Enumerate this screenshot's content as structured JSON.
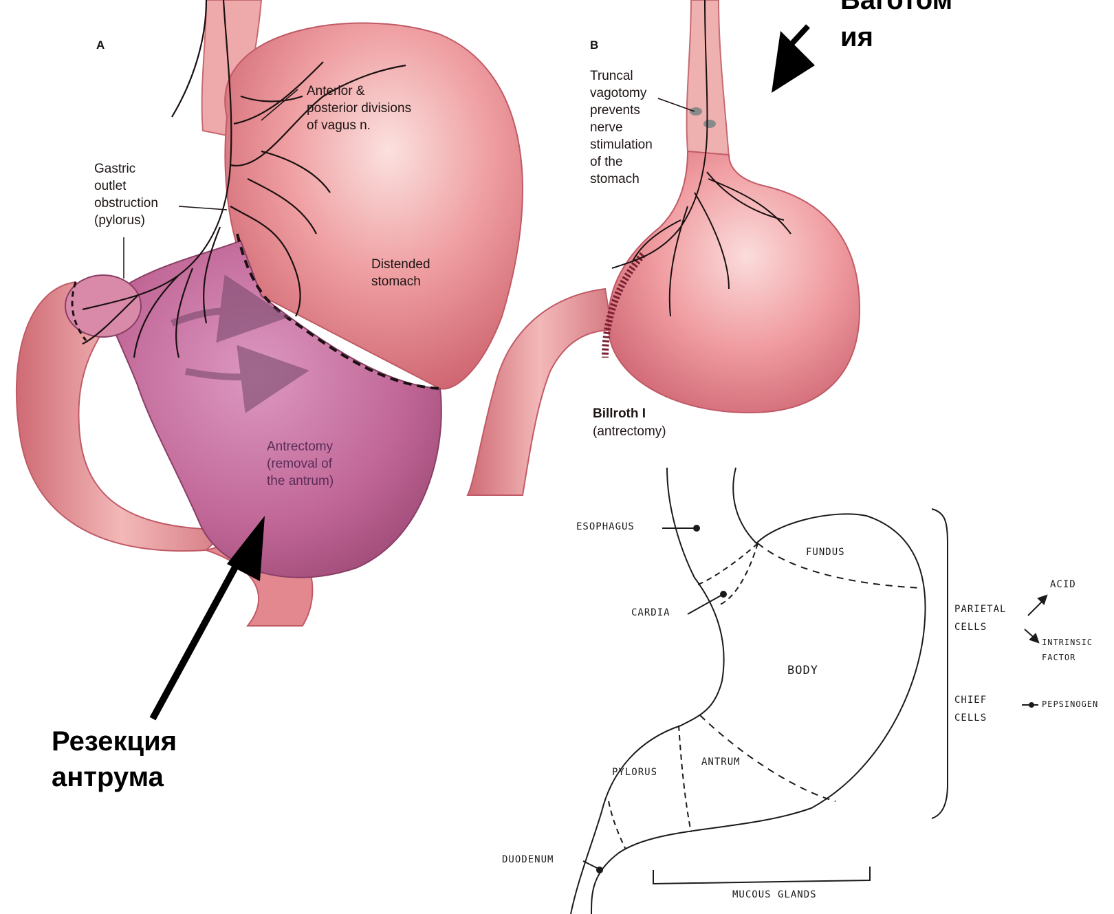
{
  "panel_a": {
    "letter": "A",
    "label_vagus": "Anterior &\nposterior divisions\nof vagus n.",
    "label_outlet": "Gastric\noutlet\nobstruction\n(pylorus)",
    "label_distended": "Distended\nstomach",
    "label_antrectomy": "Antrectomy\n(removal of\nthe antrum)"
  },
  "panel_b": {
    "letter": "B",
    "label_truncal": "Truncal\nvagotomy\nprevents\nnerve\nstimulation\nof the\nstomach",
    "billroth_title": "Billroth I",
    "billroth_sub": "(antrectomy)"
  },
  "russian": {
    "vagotomy_line1": "Ваготом",
    "vagotomy_line2": "ия",
    "resection": "Резекция\nантрума"
  },
  "schematic": {
    "esophagus": "ESOPHAGUS",
    "fundus": "FUNDUS",
    "cardia": "CARDIA",
    "body": "BODY",
    "pylorus": "PYLORUS",
    "antrum": "ANTRUM",
    "duodenum": "DUODENUM",
    "mucous_glands": "MUCOUS GLANDS",
    "parietal_cells": "PARIETAL\nCELLS",
    "acid": "ACID",
    "intrinsic_factor": "INTRINSIC\nFACTOR",
    "chief_cells": "CHIEF\nCELLS",
    "pepsinogen": "PEPSINOGEN"
  },
  "colors": {
    "stomach_pink": "#e58a92",
    "stomach_light": "#f4c6c6",
    "antrum_purple": "#b45a8c",
    "nerve": "#1a1010"
  }
}
